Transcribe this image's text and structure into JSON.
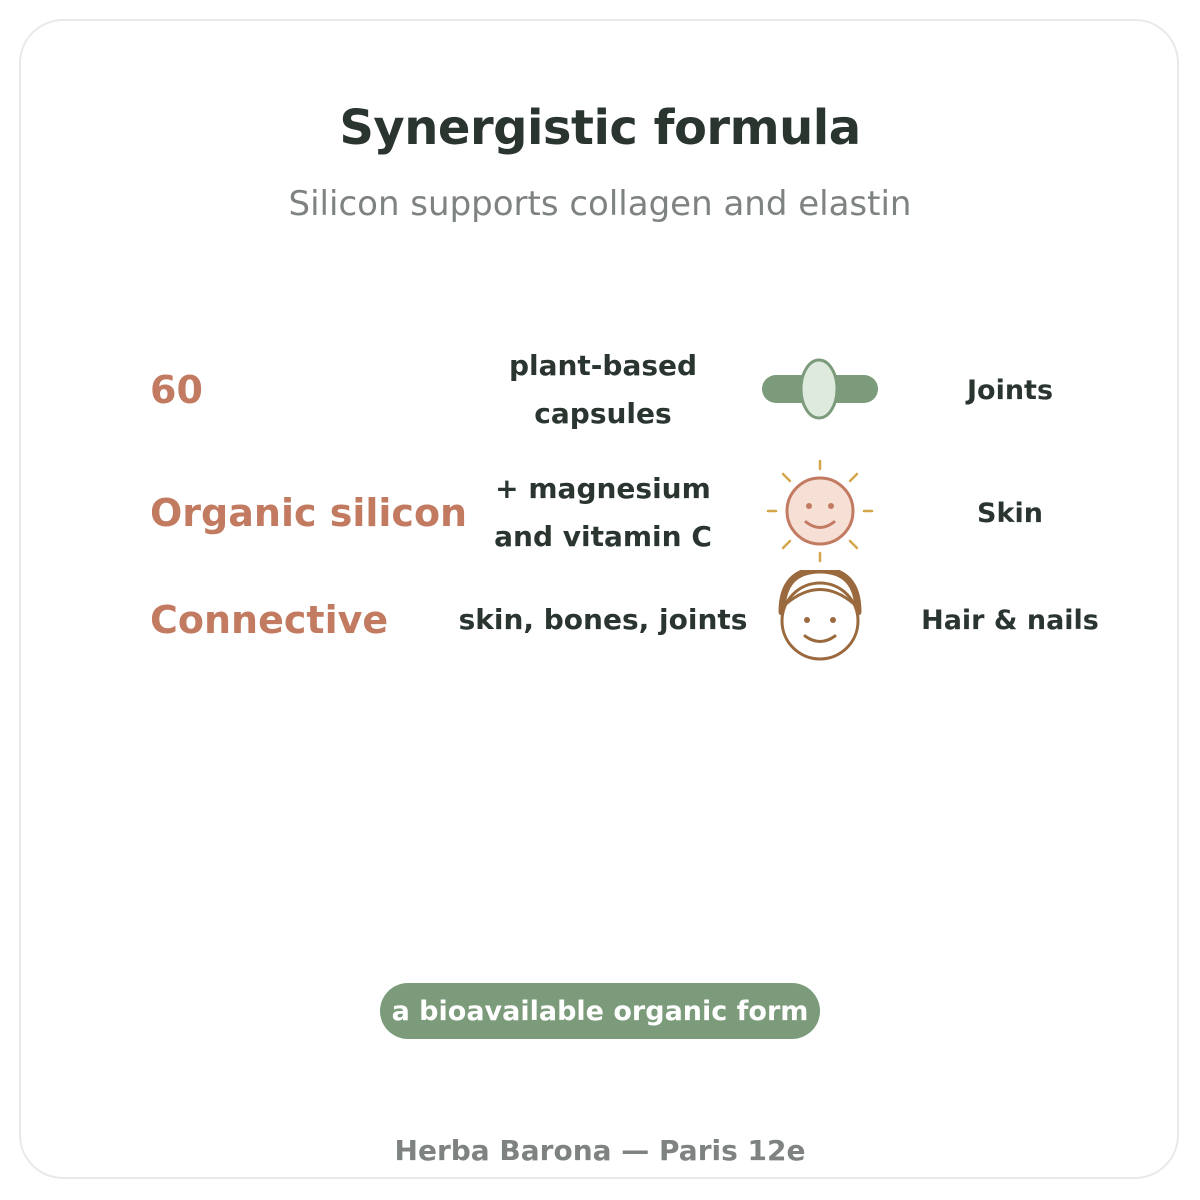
{
  "header": {
    "title": "Synergistic formula",
    "subtitle": "Silicon supports collagen and elastin"
  },
  "rows": [
    {
      "key": "60",
      "description_lines": [
        "plant-based",
        "capsules"
      ],
      "icon": "capsule-icon",
      "benefit": "Joints"
    },
    {
      "key": "Organic silicon",
      "description_lines": [
        "+ magnesium",
        "and vitamin C"
      ],
      "icon": "sun-face-icon",
      "benefit": "Skin"
    },
    {
      "key": "Connective",
      "description_lines": [
        "skin, bones, joints"
      ],
      "icon": "hair-face-icon",
      "benefit": "Hair & nails"
    }
  ],
  "badge": {
    "label": "a bioavailable organic form"
  },
  "footer": {
    "text": "Herba Barona — Paris 12e"
  },
  "colors": {
    "accent": "#c27a60",
    "green": "#7b9b7b",
    "text_dark": "#2a3530",
    "text_muted": "#7e8281",
    "sun_gold": "#d4a64c",
    "hair_brown": "#9a6a3e"
  }
}
